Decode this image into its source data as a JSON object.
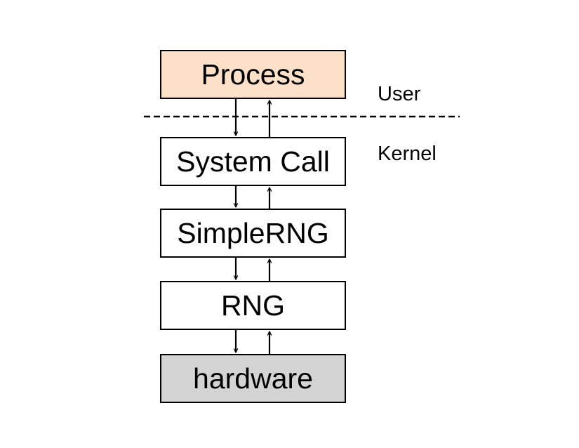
{
  "diagram": {
    "layers": [
      {
        "key": "process",
        "label": "Process",
        "fill": "#fde0c8"
      },
      {
        "key": "syscall",
        "label": "System Call",
        "fill": "#ffffff"
      },
      {
        "key": "simplerng",
        "label": "SimpleRNG",
        "fill": "#ffffff"
      },
      {
        "key": "rng",
        "label": "RNG",
        "fill": "#ffffff"
      },
      {
        "key": "hardware",
        "label": "hardware",
        "fill": "#d4d4d4"
      }
    ],
    "zones": {
      "user": "User",
      "kernel": "Kernel"
    }
  },
  "colors": {
    "stroke": "#000000"
  }
}
